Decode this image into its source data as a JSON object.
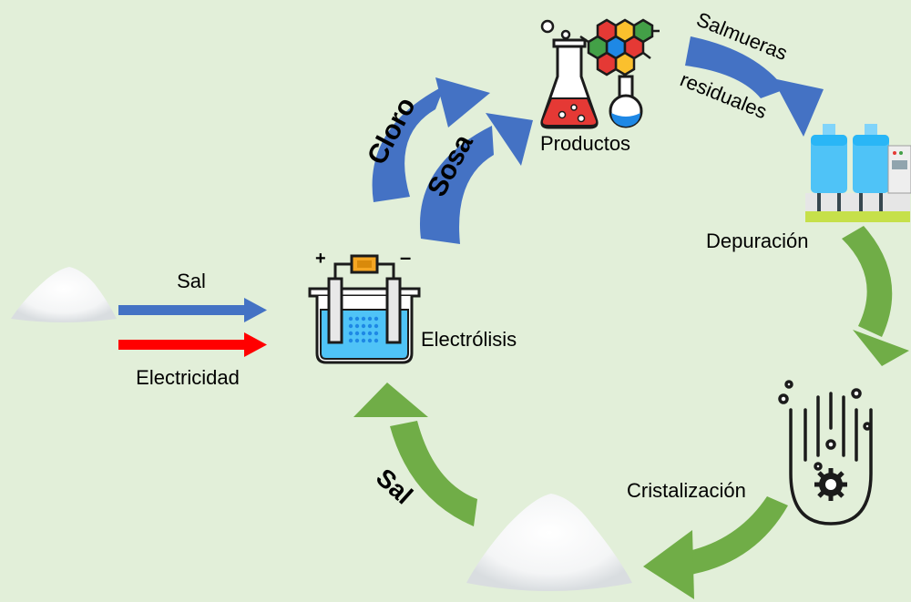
{
  "labels": {
    "sal_input": "Sal",
    "electricidad": "Electricidad",
    "electrolisis": "Electrólisis",
    "cloro": "Cloro",
    "sosa": "Sosa",
    "productos": "Productos",
    "salmueras_line1": "Salmueras",
    "salmueras_line2": "residuales",
    "depuracion": "Depuración",
    "cristalizacion": "Cristalización",
    "sal_return": "Sal"
  },
  "colors": {
    "background": "#e2efd9",
    "blue_arrow": "#4472c4",
    "red_arrow": "#ff0000",
    "green_arrow": "#70ad47"
  },
  "icons": {
    "salt_pile_small": "salt-pile-icon",
    "salt_pile_large": "salt-pile-icon",
    "electrolysis_cell": "electrolysis-cell-icon",
    "chemistry_products": "chemistry-flask-icon",
    "water_treatment": "water-treatment-plant-icon",
    "crystallization": "crystallization-hand-icon"
  }
}
